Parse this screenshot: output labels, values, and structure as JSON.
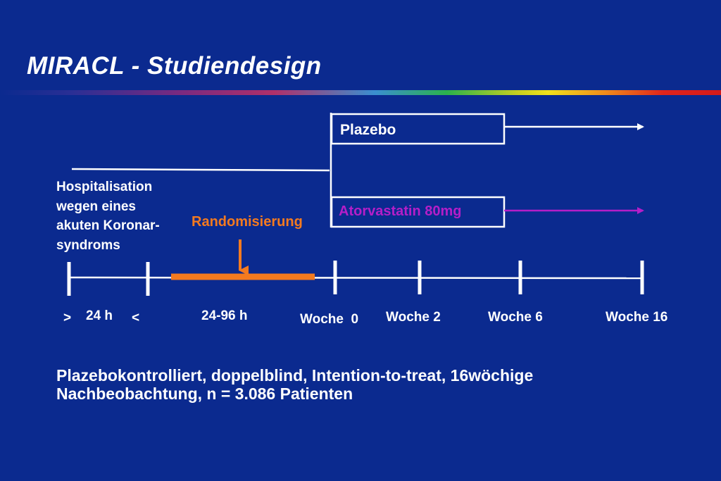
{
  "title": "MIRACL - Studiendesign",
  "arms": {
    "placebo": "Plazebo",
    "atorvastatin": "Atorvastatin 80mg"
  },
  "hospitalisation": {
    "line1": "Hospitalisation",
    "line2": "wegen eines",
    "line3": "akuten Koronar-",
    "line4": "syndroms"
  },
  "randomization_label": "Randomisierung",
  "timeline": {
    "gt": ">",
    "h24": "24 h",
    "lt": "<",
    "h2496": "24-96 h",
    "woche0": "Woche  0",
    "woche2": "Woche 2",
    "woche6": "Woche 6",
    "woche16": "Woche 16"
  },
  "footer": {
    "line1": "Plazebokontrolliert, doppelblind, Intention-to-treat, 16wöchige",
    "line2": "Nachbeobachtung, n = 3.086 Patienten"
  },
  "colors": {
    "background": "#0b2a8f",
    "white": "#ffffff",
    "orange": "#f47a1f",
    "magenta": "#b51ec8"
  }
}
